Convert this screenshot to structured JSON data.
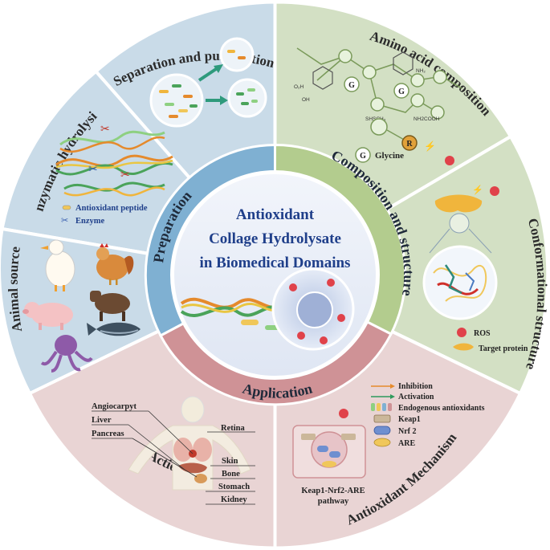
{
  "center": {
    "line1": "Antioxidant",
    "line2": "Collage Hydrolysate",
    "line3": "in Biomedical Domains"
  },
  "ring": {
    "preparation": "Preparation",
    "composition": "Composition and structure",
    "application": "Application"
  },
  "segments": {
    "separation": "Separation and purification",
    "enzymatic": "Enzymatic hydrolysis",
    "animal": "Animal source",
    "action": "Action site",
    "mechanism": "Antioxidant Mechanism",
    "conformational": "Conformational structure",
    "amino": "Amino acid composition"
  },
  "enzymatic_legend": {
    "peptide": "Antioxidant peptide",
    "enzyme": "Enzyme"
  },
  "amino_labels": {
    "g": "G",
    "r": "R",
    "glycine": "Glycine",
    "oh1": "O₂H",
    "oh2": "OH",
    "nh2": "NH₂",
    "sh": "SHSCH₃",
    "cooh": "NH2COOH"
  },
  "conformational_legend": {
    "ros": "ROS",
    "target": "Target protein"
  },
  "action_sites": [
    "Angiocarpyt",
    "Liver",
    "Pancreas",
    "Retina",
    "Skin",
    "Bone",
    "Stomach",
    "Kidney"
  ],
  "mechanism_legend": {
    "inhibition": "Inhibition",
    "activation": "Activation",
    "endogenous": "Endogenous antioxidants",
    "keap1": "Keap1",
    "nrf2": "Nrf 2",
    "are": "ARE",
    "pathway1": "Keap1-Nrf2-ARE",
    "pathway2": "pathway"
  },
  "colors": {
    "blue_outer": "#c9dbe8",
    "blue_ring": "#7fb0d2",
    "green_outer": "#d3e0c4",
    "green_ring": "#b3cc8e",
    "pink_outer": "#e9d4d4",
    "pink_ring": "#cf9296",
    "center": "#eaeef7",
    "ros": "#e0424a",
    "target": "#f0b53c",
    "activation": "#2e9a5c",
    "inhibition": "#e58a2c"
  }
}
